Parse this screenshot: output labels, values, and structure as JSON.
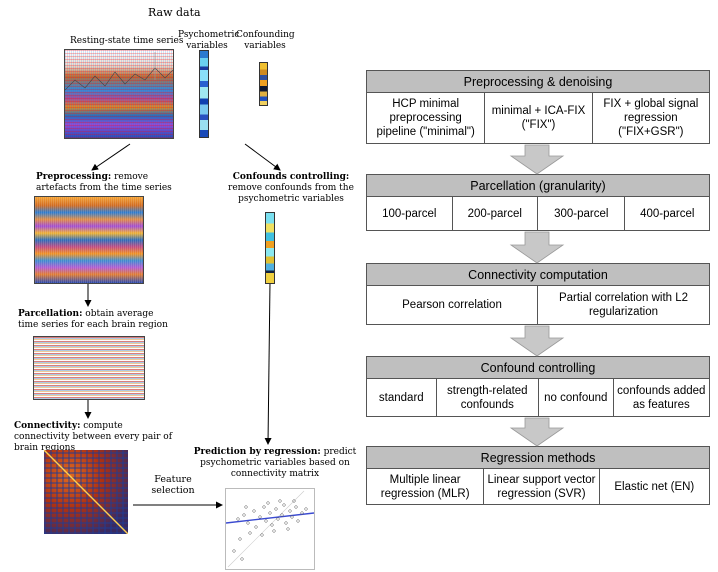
{
  "left": {
    "raw_title": "Raw data",
    "ts_label": "Resting-state time series",
    "psy_label": "Psychometric variables",
    "conf_label": "Confounding variables",
    "prep_bold": "Preprocessing:",
    "prep_text": " remove artefacts from the time series",
    "conf_ctrl_bold": "Confounds controlling:",
    "conf_ctrl_text": " remove confounds from the psychometric variables",
    "parc_bold": "Parcellation:",
    "parc_text": " obtain average time series for each brain region",
    "conn_bold": "Connectivity:",
    "conn_text": " compute connectivity between every pair of brain regions",
    "pred_bold": "Prediction by regression:",
    "pred_text": " predict psychometric variables based on connectivity matrix",
    "feature_sel": "Feature selection"
  },
  "flow": {
    "preproc": {
      "title": "Preprocessing & denoising",
      "cells": [
        "HCP minimal preprocessing pipeline (\"minimal\")",
        "minimal + ICA-FIX (\"FIX\")",
        "FIX + global signal regression (\"FIX+GSR\")"
      ]
    },
    "parcellation": {
      "title": "Parcellation (granularity)",
      "cells": [
        "100-parcel",
        "200-parcel",
        "300-parcel",
        "400-parcel"
      ]
    },
    "connectivity": {
      "title": "Connectivity computation",
      "cells": [
        "Pearson correlation",
        "Partial correlation with L2 regularization"
      ]
    },
    "confound": {
      "title": "Confound controlling",
      "cells": [
        "standard",
        "strength-related confounds",
        "no confound",
        "confounds added as features"
      ]
    },
    "regression": {
      "title": "Regression methods",
      "cells": [
        "Multiple linear regression (MLR)",
        "Linear support vector regression (SVR)",
        "Elastic net (EN)"
      ]
    }
  }
}
